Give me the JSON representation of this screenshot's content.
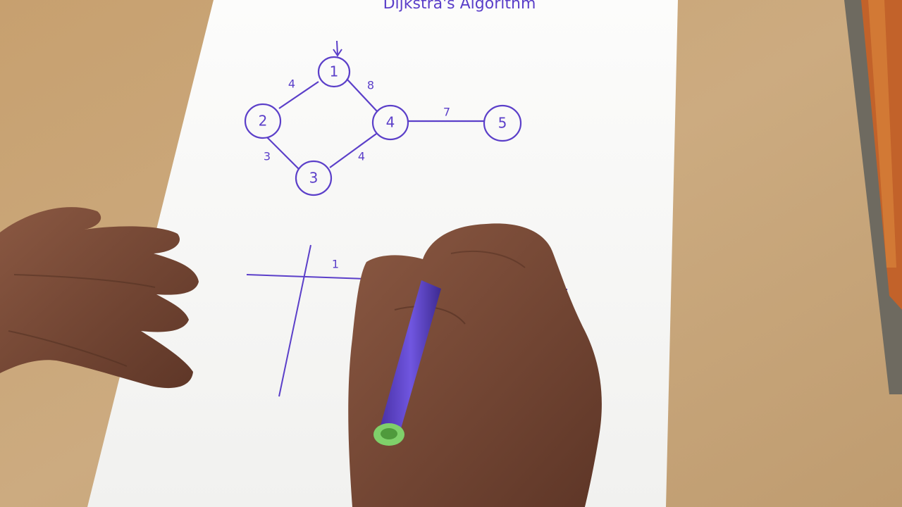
{
  "page_title": "Dijkstra's Algorithm",
  "colors": {
    "table": "#c9a77a",
    "paper": "#fbfbfa",
    "ink": "#5b3fc9",
    "skin": "#7a4a35",
    "marker_body": "#5a3fc2",
    "marker_tip": "#7fd06a",
    "cloth": "#c2622a"
  },
  "graph": {
    "start_node": "1",
    "nodes": [
      {
        "id": "n1",
        "label": "1"
      },
      {
        "id": "n2",
        "label": "2"
      },
      {
        "id": "n3",
        "label": "3"
      },
      {
        "id": "n4",
        "label": "4"
      },
      {
        "id": "n5",
        "label": "5"
      }
    ],
    "edges": [
      {
        "id": "e12",
        "from": "1",
        "to": "2",
        "weight": "4"
      },
      {
        "id": "e14",
        "from": "1",
        "to": "4",
        "weight": "8"
      },
      {
        "id": "e23",
        "from": "2",
        "to": "3",
        "weight": "3"
      },
      {
        "id": "e34",
        "from": "3",
        "to": "4",
        "weight": "4"
      },
      {
        "id": "e45",
        "from": "4",
        "to": "5",
        "weight": "7"
      }
    ]
  },
  "table": {
    "header_labels": [
      "1"
    ]
  }
}
